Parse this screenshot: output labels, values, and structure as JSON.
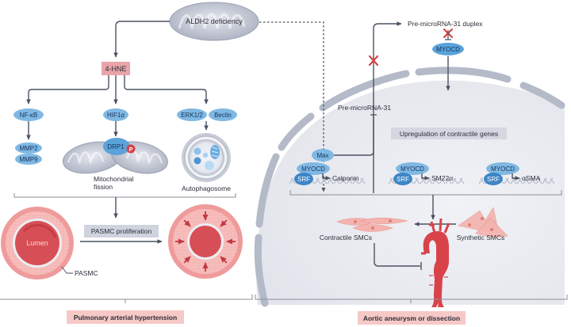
{
  "top": {
    "aldh2_label": "ALDH2 deficiency",
    "hne_label": "4-HNE"
  },
  "left_panel": {
    "branches": [
      {
        "pill": "NF-κB",
        "targets": [
          "MMP2",
          "MMP9"
        ]
      },
      {
        "pill": "HIF1α",
        "target_pill": "DRP1",
        "phospho": "P",
        "caption_line1": "Mitochondrial",
        "caption_line2": "fission"
      },
      {
        "pills": [
          "ERK1/2",
          "Beclin"
        ],
        "caption": "Autophagosome"
      }
    ],
    "lumen_label": "Lumen",
    "pasmc_label": "PASMC",
    "proliferation_label": "PASMC proliferation",
    "disease_label": "Pulmonary arterial hypertension"
  },
  "right_panel": {
    "duplex_label": "Pre-microRNA-31 duplex",
    "myocd_cyto": "MYOCD",
    "premir_label": "Pre-microRNA-31",
    "max_label": "Max",
    "upregulation_label": "Upregulation of contractile genes",
    "gene_complexes": [
      {
        "myocd": "MYOCD",
        "srf": "SRF",
        "gene": "Calponin"
      },
      {
        "myocd": "MYOCD",
        "srf": "SRF",
        "gene": "SM22α"
      },
      {
        "myocd": "MYOCD",
        "srf": "SRF",
        "gene": "αSMA"
      }
    ],
    "contractile_label": "Contractile SMCs",
    "synthetic_label": "Synthetic SMCs",
    "disease_label": "Aortic aneurysm or dissection"
  },
  "colors": {
    "pill_fill": "#7fb8e3",
    "pill_dark": "#3d86c6",
    "hne_fill": "#e8a4a8",
    "disease_badge": "#f6c9c6",
    "gray_badge": "#cfd3de",
    "vessel_red": "#d9535a",
    "inhibit_red": "#d8434a"
  }
}
